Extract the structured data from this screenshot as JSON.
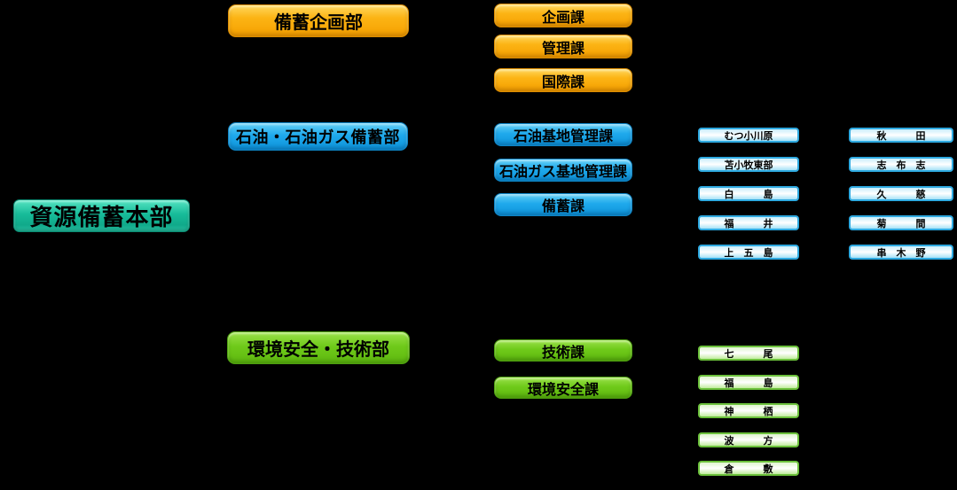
{
  "palette": {
    "background": "#000000",
    "text": "#000000",
    "orange_top": "#FFD75E",
    "orange_main": "#FCB415",
    "orange_border": "#DE8E00",
    "blue_top": "#63D0F6",
    "blue_main": "#1FA9EC",
    "blue_border": "#0D85C6",
    "green_top": "#9AE14A",
    "green_main": "#6FCA1A",
    "green_border": "#4EA010",
    "teal_top": "#55E4C2",
    "teal_main": "#17BB99",
    "teal_border": "#0A8C73",
    "base_blue_fill": "#A6E2F7",
    "base_blue_border": "#2EA9E0",
    "base_green_fill": "#C2EC9E",
    "base_green_border": "#6CC13C"
  },
  "root": {
    "label": "資源備蓄本部"
  },
  "departments": {
    "planning": {
      "label": "備蓄企画部"
    },
    "oil_gas": {
      "label": "石油・石油ガス備蓄部"
    },
    "env_tech": {
      "label": "環境安全・技術部"
    }
  },
  "sections": {
    "planning": [
      {
        "label": "企画課"
      },
      {
        "label": "管理課"
      },
      {
        "label": "国際課"
      }
    ],
    "oil_gas": [
      {
        "label": "石油基地管理課"
      },
      {
        "label": "石油ガス基地管理課"
      },
      {
        "label": "備蓄課"
      }
    ],
    "env_tech": [
      {
        "label": "技術課"
      },
      {
        "label": "環境安全課"
      }
    ]
  },
  "bases": {
    "oil_group_a": [
      {
        "label": "むつ小川原"
      },
      {
        "label": "苫小牧東部"
      },
      {
        "label": "白　　　島"
      },
      {
        "label": "福　　　井"
      },
      {
        "label": "上　五　島"
      }
    ],
    "oil_group_b": [
      {
        "label": "秋　　　田"
      },
      {
        "label": "志　布　志"
      },
      {
        "label": "久　　　慈"
      },
      {
        "label": "菊　　　間"
      },
      {
        "label": "串　木　野"
      }
    ],
    "gas_group": [
      {
        "label": "七　　　尾"
      },
      {
        "label": "福　　　島"
      },
      {
        "label": "神　　　栖"
      },
      {
        "label": "波　　　方"
      },
      {
        "label": "倉　　　敷"
      }
    ]
  }
}
